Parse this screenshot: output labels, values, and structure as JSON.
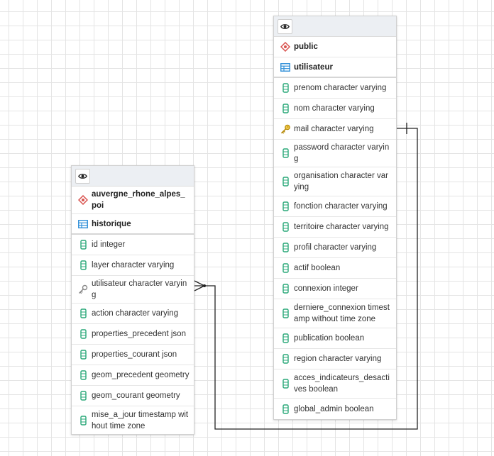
{
  "entities": {
    "utilisateur": {
      "schema": "public",
      "table": "utilisateur",
      "columns": [
        {
          "name": "prenom character varying",
          "icon": "column-icon"
        },
        {
          "name": "nom character varying",
          "icon": "column-icon"
        },
        {
          "name": "mail character varying",
          "icon": "primary-key-icon"
        },
        {
          "name": "password character varying",
          "icon": "column-icon"
        },
        {
          "name": "organisation character varying",
          "icon": "column-icon"
        },
        {
          "name": "fonction character varying",
          "icon": "column-icon"
        },
        {
          "name": "territoire character varying",
          "icon": "column-icon"
        },
        {
          "name": "profil character varying",
          "icon": "column-icon"
        },
        {
          "name": "actif boolean",
          "icon": "column-icon"
        },
        {
          "name": "connexion integer",
          "icon": "column-icon"
        },
        {
          "name": "derniere_connexion timestamp without time zone",
          "icon": "column-icon"
        },
        {
          "name": "publication boolean",
          "icon": "column-icon"
        },
        {
          "name": "region character varying",
          "icon": "column-icon"
        },
        {
          "name": "acces_indicateurs_desactives boolean",
          "icon": "column-icon"
        },
        {
          "name": "global_admin boolean",
          "icon": "column-icon"
        }
      ]
    },
    "historique": {
      "schema": "auvergne_rhone_alpes_poi",
      "table": "historique",
      "columns": [
        {
          "name": "id integer",
          "icon": "column-icon"
        },
        {
          "name": "layer character varying",
          "icon": "column-icon"
        },
        {
          "name": "utilisateur character varying",
          "icon": "foreign-key-icon"
        },
        {
          "name": "action character varying",
          "icon": "column-icon"
        },
        {
          "name": "properties_precedent json",
          "icon": "column-icon"
        },
        {
          "name": "properties_courant json",
          "icon": "column-icon"
        },
        {
          "name": "geom_precedent geometry",
          "icon": "column-icon"
        },
        {
          "name": "geom_courant geometry",
          "icon": "column-icon"
        },
        {
          "name": "mise_a_jour timestamp without time zone",
          "icon": "column-icon"
        }
      ]
    }
  },
  "colors": {
    "schema_icon": "#d9534f",
    "table_icon": "#2f8fd8",
    "column_icon": "#2aa879",
    "primary_key": "#d8a300",
    "foreign_key": "#888888",
    "link_line": "#222222"
  }
}
